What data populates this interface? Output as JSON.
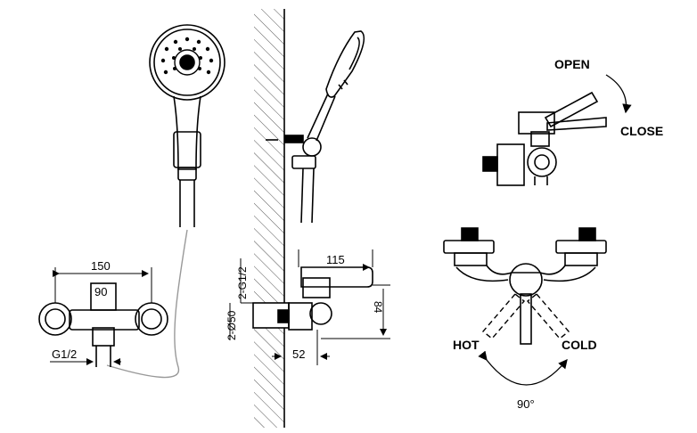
{
  "labels": {
    "open": "OPEN",
    "close": "CLOSE",
    "hot": "HOT",
    "cold": "COLD",
    "angle": "90°"
  },
  "dimensions": {
    "width_150": "150",
    "spout_90": "90",
    "thread_g12": "G1/2",
    "thread_2g12": "2-G1/2",
    "diameter_2d50": "2-Ø50",
    "depth_115": "115",
    "height_84": "84",
    "offset_52": "52"
  },
  "colors": {
    "line": "#000000",
    "hatch": "#555555",
    "hose": "#999999"
  }
}
